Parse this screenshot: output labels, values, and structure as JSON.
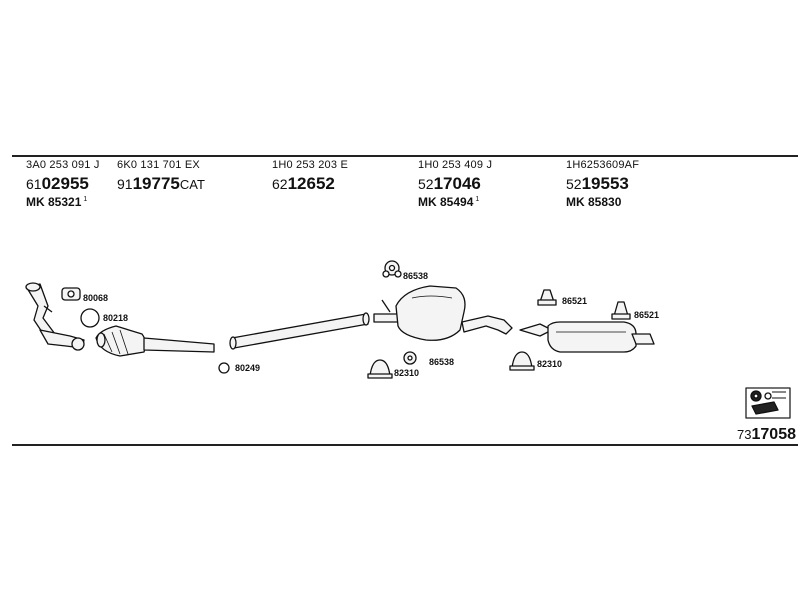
{
  "columns": [
    {
      "oe": "3A0 253 091 J",
      "pn_prefix": "61",
      "pn_main": "02955",
      "pn_suffix": "",
      "mk_text": "MK 85321",
      "mk_sup": "1"
    },
    {
      "oe": "6K0 131 701 EX",
      "pn_prefix": "91",
      "pn_main": "19775",
      "pn_suffix": "CAT",
      "mk_text": "",
      "mk_sup": ""
    },
    {
      "oe": "1H0 253 203 E",
      "pn_prefix": "62",
      "pn_main": "12652",
      "pn_suffix": "",
      "mk_text": "",
      "mk_sup": ""
    },
    {
      "oe": "1H0 253 409 J",
      "pn_prefix": "52",
      "pn_main": "17046",
      "pn_suffix": "",
      "mk_text": "MK 85494",
      "mk_sup": "1"
    },
    {
      "oe": "1H6253609AF",
      "pn_prefix": "52",
      "pn_main": "19553",
      "pn_suffix": "",
      "mk_text": "MK 85830",
      "mk_sup": ""
    }
  ],
  "parts": {
    "p80068": "80068",
    "p80218": "80218",
    "p80249": "80249",
    "p86538a": "86538",
    "p86538b": "86538",
    "p82310a": "82310",
    "p82310b": "82310",
    "p86521a": "86521",
    "p86521b": "86521"
  },
  "reference": {
    "prefix": "73",
    "main": "17058"
  }
}
